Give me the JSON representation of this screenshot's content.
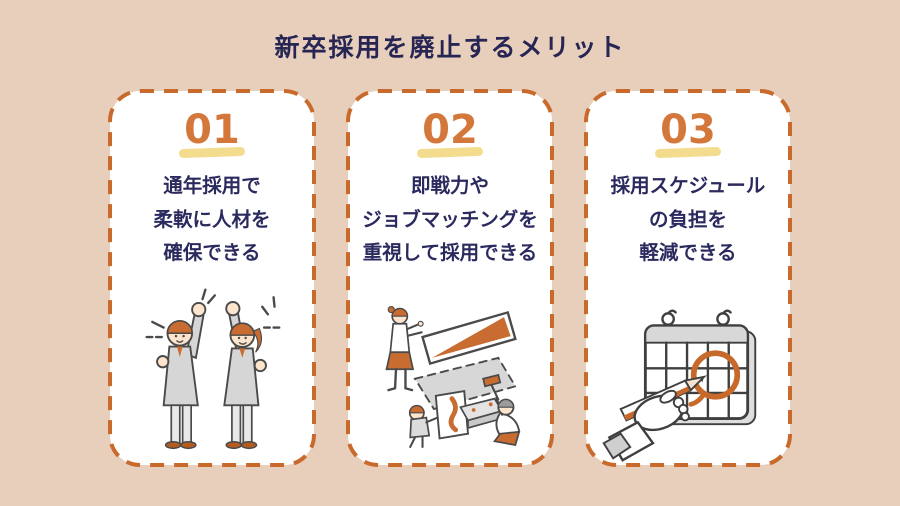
{
  "page": {
    "title": "新卒採用を廃止するメリット",
    "colors": {
      "background": "#e7cfbc",
      "card_background": "#ffffff",
      "dashed_border_orange": "#c96a2d",
      "number_orange": "#d4773b",
      "highlight_yellow": "#f4dc8e",
      "text_navy": "#2b2a5e"
    }
  },
  "cards": [
    {
      "number": "01",
      "lines": [
        "通年採用で",
        "柔軟に人材を",
        "確保できる"
      ],
      "illustration": "cheering-businesspeople-icon"
    },
    {
      "number": "02",
      "lines": [
        "即戦力や",
        "ジョブマッチングを",
        "重視して採用できる"
      ],
      "illustration": "team-assembling-panels-icon"
    },
    {
      "number": "03",
      "lines": [
        "採用スケジュール",
        "の負担を",
        "軽減できる"
      ],
      "illustration": "calendar-date-circling-icon"
    }
  ]
}
